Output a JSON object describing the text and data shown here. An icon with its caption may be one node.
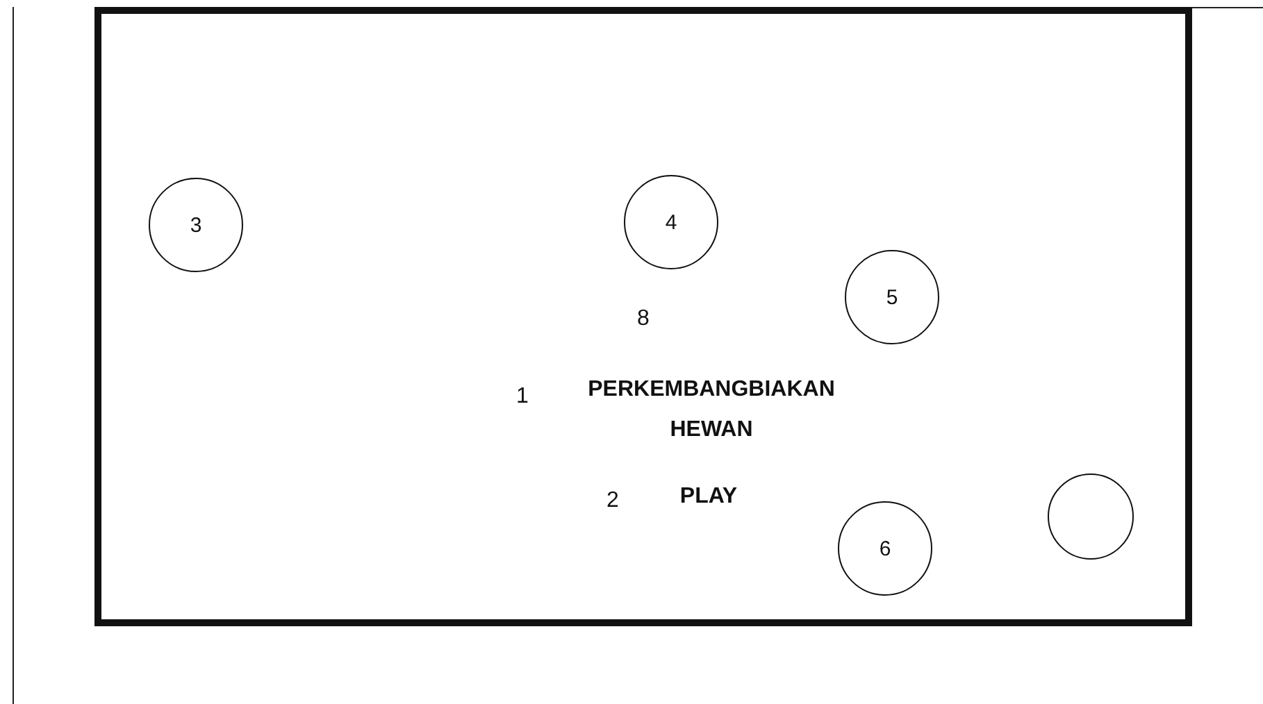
{
  "diagram": {
    "nodes": [
      {
        "text": [
          "8",
          "1",
          "PERKEMBANGBIAKAN HEWAN",
          "2",
          "PLAY"
        ]
      },
      {
        "text": [
          "3"
        ],
        "in": 0
      },
      {
        "text": [
          "4"
        ],
        "in": 0
      },
      {
        "text": [
          "5"
        ],
        "in": 0
      },
      {
        "text": [
          "6"
        ],
        "in": 0
      },
      {
        "text": [],
        "shape": "circle",
        "in": 0
      }
    ]
  }
}
